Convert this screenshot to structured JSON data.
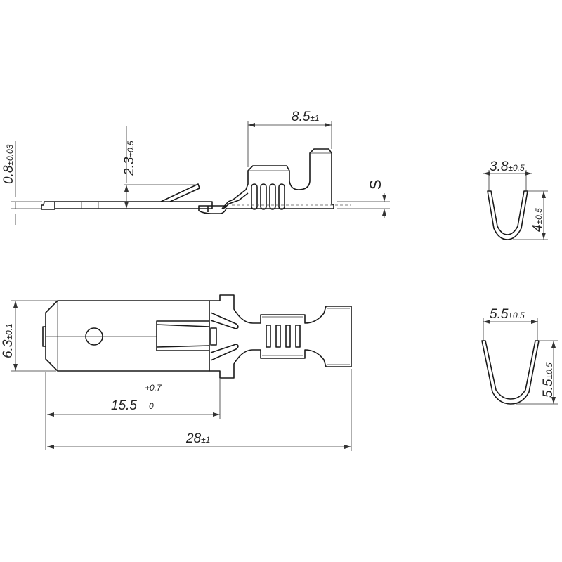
{
  "side_view": {
    "thickness": {
      "value": "0.8",
      "tol": "±0.03"
    },
    "tab_height": {
      "value": "2.3",
      "tol": "±0.5"
    },
    "crimp_length": {
      "value": "8.5",
      "tol": "±1"
    },
    "material_thickness_label": "S"
  },
  "top_view": {
    "width": {
      "value": "6.3",
      "tol": "±0.1"
    },
    "receptacle_length": {
      "value": "15.5",
      "tol_upper": "+0.7",
      "tol_lower": "0"
    },
    "overall_length": {
      "value": "28",
      "tol": "±1"
    }
  },
  "section_insulation": {
    "width": {
      "value": "3.8",
      "tol": "±0.5"
    },
    "height": {
      "value": "4",
      "tol": "±0.5"
    }
  },
  "section_conductor": {
    "width": {
      "value": "5.5",
      "tol": "±0.5"
    },
    "height": {
      "value": "5.5",
      "tol": "±0.5"
    }
  }
}
